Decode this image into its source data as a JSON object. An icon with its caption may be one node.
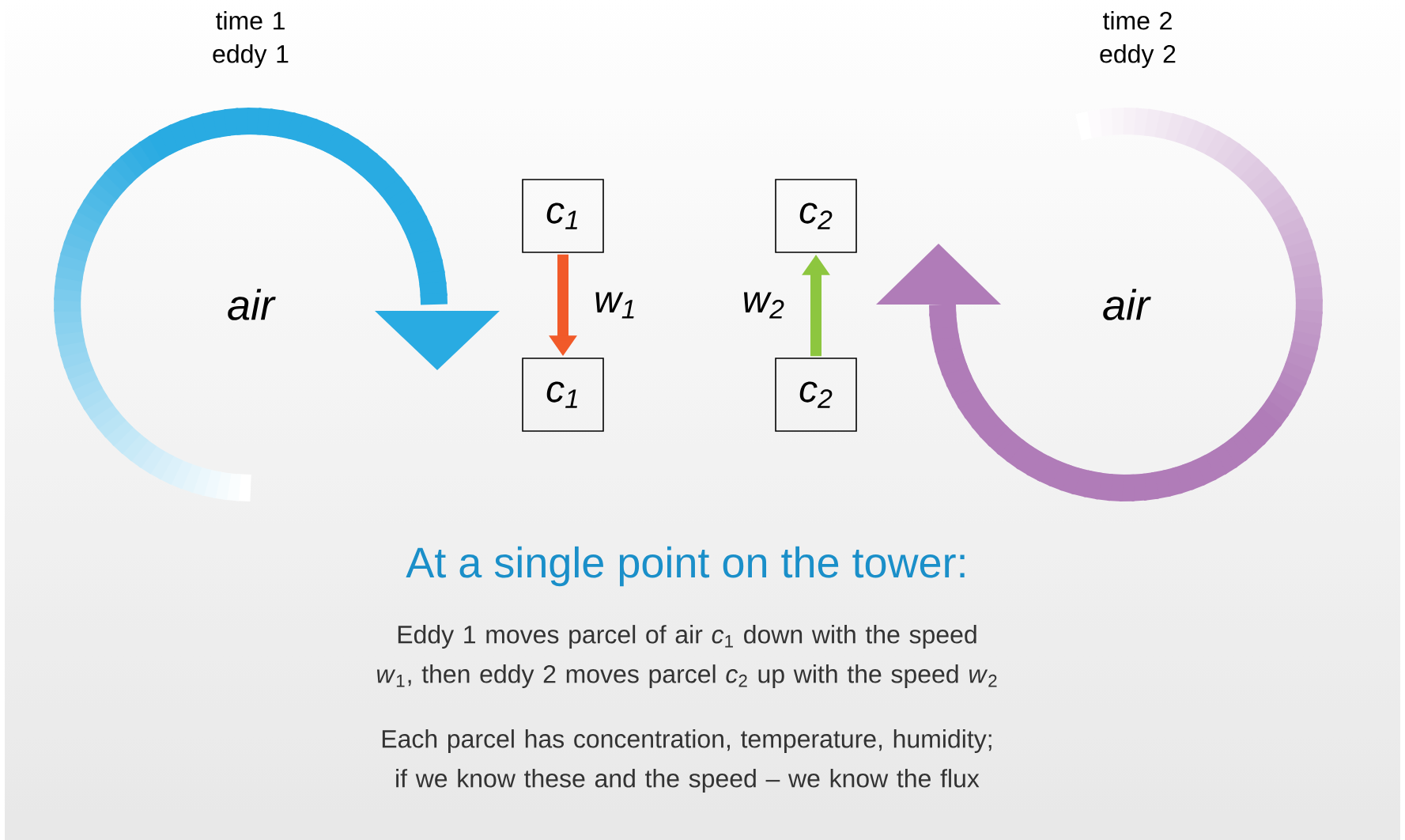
{
  "diagram": {
    "title": "At a single point on the tower:",
    "nodes": [
      {
        "text": [
          "air"
        ]
      },
      {
        "text": [
          "c$_{1}$"
        ]
      },
      {
        "text": [
          "c$_{1}$"
        ]
      },
      {
        "text": [
          "c$_{2}$"
        ]
      },
      {
        "text": [
          "c$_{2}$"
        ]
      },
      {
        "text": [
          "air"
        ]
      }
    ],
    "edges": [
      {
        "from": 1,
        "to": 2,
        "arrow": "to",
        "label": "w$_{1}$",
        "color": "#f15a29"
      },
      {
        "from": 4,
        "to": 3,
        "arrow": "to",
        "label": "w$_{2}$",
        "color": "#8dc63f"
      }
    ],
    "labels": [
      "time 1 eddy 1",
      "time 2 eddy 2",
      "Eddy 1 moves parcel of air *c*$_{1}$ down with the speed *w*$_{1}$, then eddy 2 moves parcel *c*$_{2}$ up with the speed *w*$_{2}$",
      "Each parcel has concentration, temperature, humidity; if we know these and the speed – we know the flux"
    ]
  }
}
